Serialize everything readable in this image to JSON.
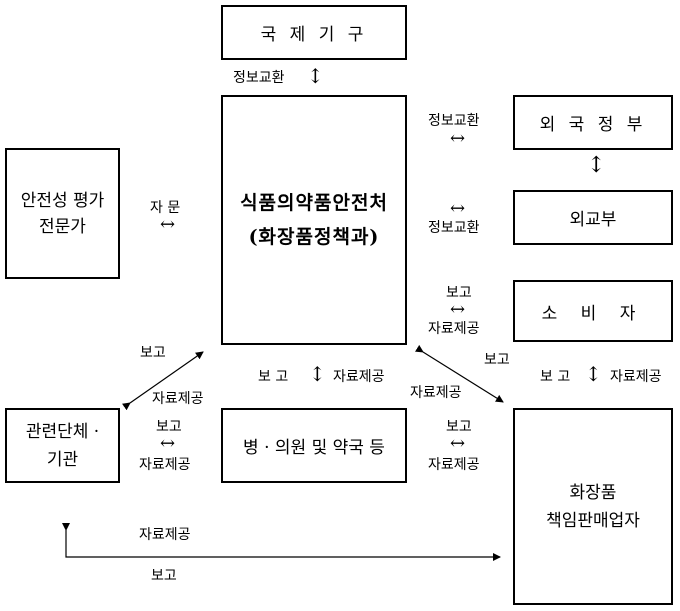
{
  "boxes": {
    "intl_org": "국 제 기 구",
    "mfds_line1": "식품의약품안전처",
    "mfds_line2": "(화장품정책과)",
    "foreign_gov": "외 국 정 부",
    "mofa": "외교부",
    "consumer": "소  비  자",
    "safety_expert_line1": "안전성 평가",
    "safety_expert_line2": "전문가",
    "related_org_line1": "관련단체 ·",
    "related_org_line2": "기관",
    "hospital": "병 · 의원 및 약국 등",
    "cosmetic_line1": "화장품",
    "cosmetic_line2": "책임판매업자"
  },
  "labels": {
    "info_exchange": "정보교환",
    "advice": "자 문",
    "report": "보고",
    "report_spaced": "보 고",
    "data_provision": "자료제공",
    "arrow_lr": "↔",
    "arrow_ud": "↕"
  }
}
